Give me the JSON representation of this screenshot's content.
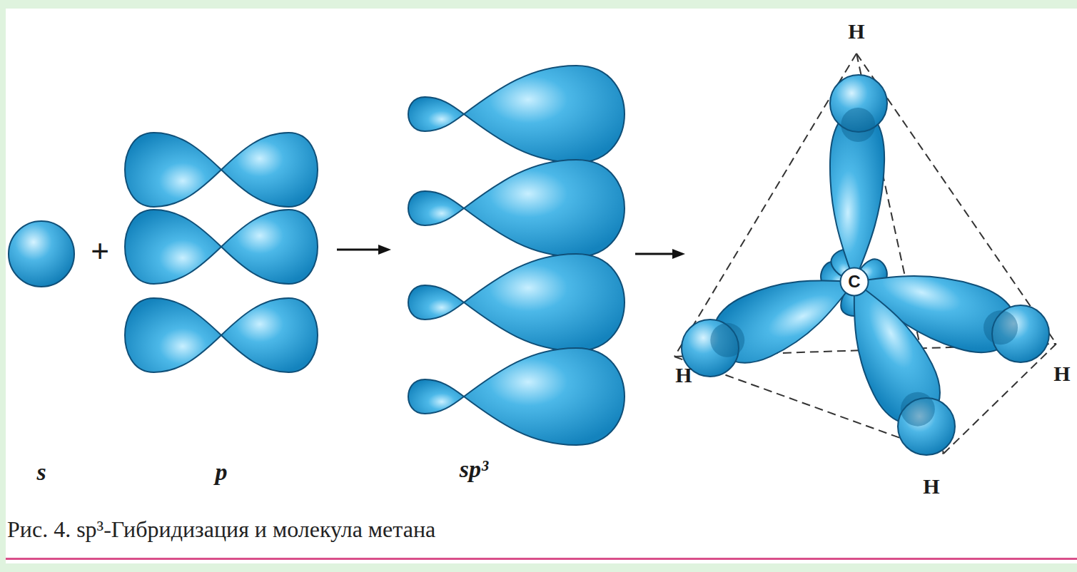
{
  "diagram": {
    "caption": "Рис. 4. sp³-Гибридизация и молекула метана",
    "nodes": [
      {
        "text": [
          "C"
        ]
      }
    ],
    "labels": [
      "+",
      "s",
      "p",
      "sp³",
      "H",
      "H",
      "H",
      "H"
    ]
  }
}
